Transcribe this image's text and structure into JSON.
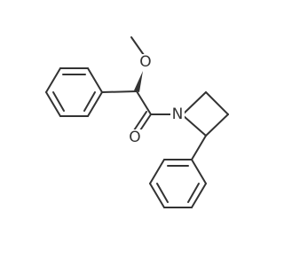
{
  "molecule": {
    "atoms": [
      {
        "id": "o-methoxy",
        "symbol": "O",
        "label": "O"
      },
      {
        "id": "o-carbonyl",
        "symbol": "O",
        "label": "O"
      },
      {
        "id": "n-azetidine",
        "symbol": "N",
        "label": "N"
      }
    ],
    "stereo": "wedge",
    "colors": {
      "bond": "#333333",
      "label": "#333333",
      "background": "#ffffff"
    }
  }
}
